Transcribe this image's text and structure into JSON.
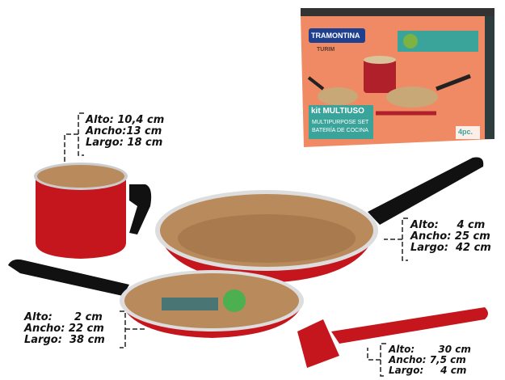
{
  "box": {
    "brand": "TRAMONTINA",
    "line": "TURIM",
    "kit_prefix": "kit",
    "kit_name": "MULTIUSO",
    "subtitle_en": "MULTIPURPOSE SET",
    "subtitle_es": "BATERÍA DE COCINA",
    "pieces": "4pc."
  },
  "dimensions": {
    "milk_pot": [
      "Alto: 10,4 cm",
      "Ancho:13 cm",
      "Largo: 18 cm"
    ],
    "large_pan": [
      "Alto:     4 cm",
      "Ancho: 25 cm",
      "Largo:  42 cm"
    ],
    "small_pan": [
      "Alto:      2 cm",
      "Ancho: 22 cm",
      "Largo:  38 cm"
    ],
    "spatula": [
      "Alto:       30 cm",
      "Ancho: 7,5 cm",
      "Largo:     4 cm"
    ]
  },
  "colors": {
    "red": "#c4161c",
    "ceramic": "#b88a5c",
    "box": "#f08a64",
    "teal": "#3aa39a",
    "brand_blue": "#1f3f8f"
  }
}
